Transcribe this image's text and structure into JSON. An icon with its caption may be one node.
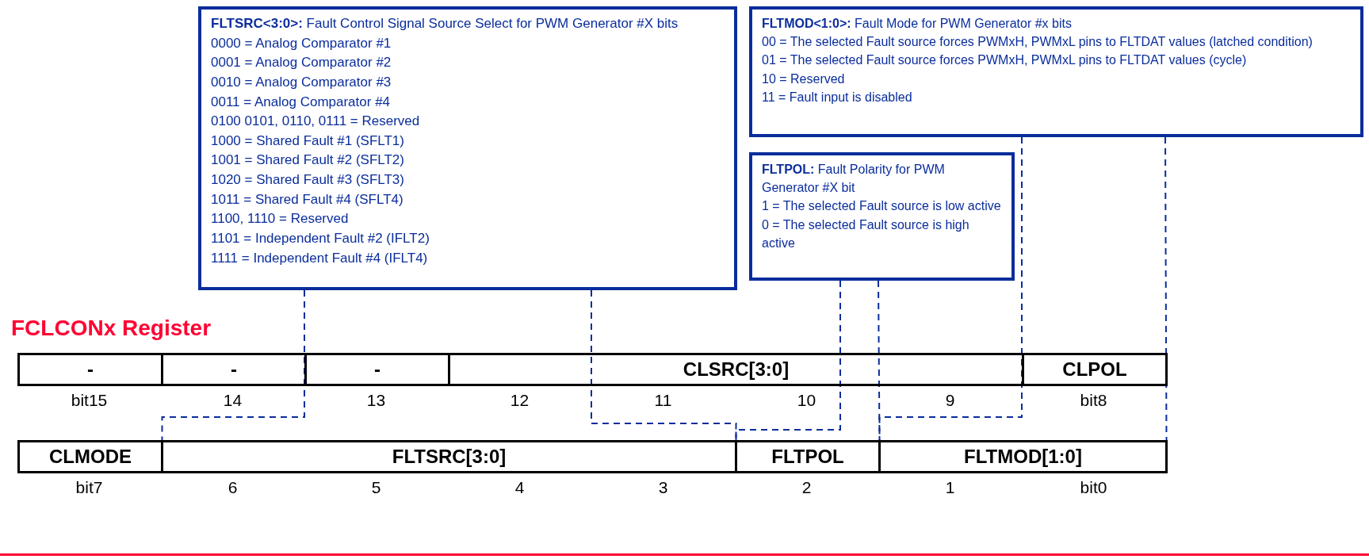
{
  "diagram": {
    "nodes": [
      {
        "text": [
          "**FLTSRC<3:0>:** Fault Control Signal Source Select for PWM Generator #X bits",
          "0000 = Analog Comparator #1",
          "0001 = Analog Comparator #2",
          "0010 = Analog Comparator #3",
          "0011 = Analog Comparator #4",
          "0100 0101, 0110, 0111 = Reserved",
          "1000 = Shared Fault #1 (SFLT1)",
          "1001 = Shared Fault #2 (SFLT2)",
          "1020 = Shared Fault #3 (SFLT3)",
          "1011 = Shared Fault #4 (SFLT4)",
          "1100, 1110 = Reserved",
          "1101 = Independent Fault #2 (IFLT2)",
          "1111 = Independent Fault #4 (IFLT4)"
        ]
      },
      {
        "text": [
          "**FLTMOD<1:0>:** Fault Mode for PWM Generator #x bits",
          "00 = The selected Fault source forces PWMxH, PWMxL pins to FLTDAT values (latched condition)",
          "01 = The selected Fault source forces PWMxH, PWMxL pins to FLTDAT values (cycle)",
          "10 = Reserved",
          "11 = Fault input is disabled"
        ]
      },
      {
        "text": [
          "**FLTPOL:** Fault Polarity for PWM Generator #X bit",
          "1 = The selected Fault source is low active",
          "0 = The selected Fault source is high active"
        ]
      },
      {
        "text": [
          "-"
        ]
      },
      {
        "text": [
          "-"
        ]
      },
      {
        "text": [
          "-"
        ]
      },
      {
        "text": [
          "CLSRC[3:0]"
        ]
      },
      {
        "text": [
          "CLPOL"
        ]
      },
      {
        "text": [
          "CLMODE"
        ]
      },
      {
        "text": [
          "FLTSRC[3:0]"
        ]
      },
      {
        "text": [
          "FLTPOL"
        ]
      },
      {
        "text": [
          "FLTMOD[1:0]"
        ]
      }
    ],
    "edges": [
      {
        "from": 0,
        "to": 9,
        "arrow": "none",
        "style": "dashed"
      },
      {
        "from": 0,
        "to": 9,
        "arrow": "none",
        "style": "dashed"
      },
      {
        "from": 2,
        "to": 10,
        "arrow": "none",
        "style": "dashed"
      },
      {
        "from": 2,
        "to": 10,
        "arrow": "none",
        "style": "dashed"
      },
      {
        "from": 1,
        "to": 11,
        "arrow": "none",
        "style": "dashed"
      },
      {
        "from": 1,
        "to": 11,
        "arrow": "none",
        "style": "dashed"
      }
    ],
    "labels": [
      "FCLCONx Register",
      "bit15",
      "14",
      "13",
      "12",
      "11",
      "10",
      "9",
      "bit8",
      "bit7",
      "6",
      "5",
      "4",
      "3",
      "2",
      "1",
      "bit0"
    ]
  }
}
